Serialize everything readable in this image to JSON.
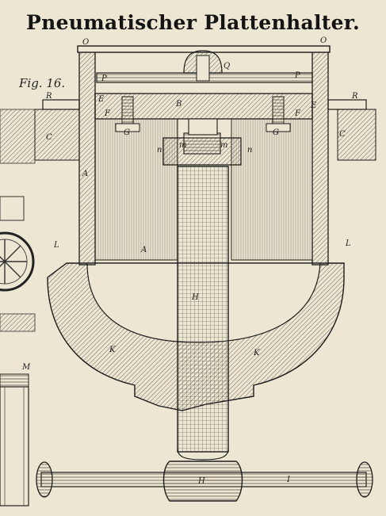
{
  "title": "Pneumatischer Plattenhalter.",
  "figure": "Fig. 16.",
  "labels": {
    "O": "O",
    "P": "P",
    "Q": "Q",
    "R": "R",
    "E": "E",
    "F": "F",
    "B": "B",
    "C": "C",
    "G": "G",
    "m": "m",
    "n": "n",
    "A": "A",
    "L": "L",
    "H": "H",
    "K": "K",
    "I": "I",
    "M": "M"
  },
  "colors": {
    "paper": "#ede6d3",
    "ink": "#1c1c1c",
    "hatch": "#6b6458"
  }
}
